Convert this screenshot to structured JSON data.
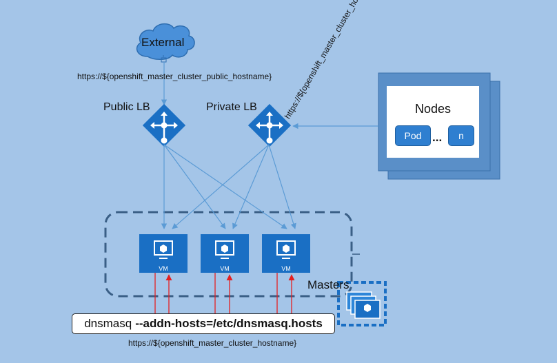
{
  "external": {
    "label": "External"
  },
  "public_lb": {
    "label": "Public LB",
    "url": "https://${openshift_master_cluster_public_hostname}"
  },
  "private_lb": {
    "label": "Private LB",
    "url": "https://${openshift_master_cluster_hostname}"
  },
  "nodes": {
    "title": "Nodes",
    "pod_label": "Pod",
    "ellipsis": "...",
    "n_label": "n"
  },
  "masters": {
    "label": "Masters",
    "vm_label": "VM"
  },
  "dnsmasq": {
    "command": "dnsmasq",
    "args": "--addn-hosts=/etc/dnsmasq.hosts"
  },
  "bottom_url": "https://${openshift_master_cluster_hostname}",
  "colors": {
    "background": "#a4c5e8",
    "accent": "#1a6fc4",
    "arrow": "#5b9bd5",
    "dashed": "#3a5f86",
    "red": "#e41f1f",
    "nodes_panel": "#5a8fc8"
  },
  "icons": [
    "cloud-icon",
    "load-balancer-icon",
    "vm-icon",
    "scale-set-icon"
  ]
}
